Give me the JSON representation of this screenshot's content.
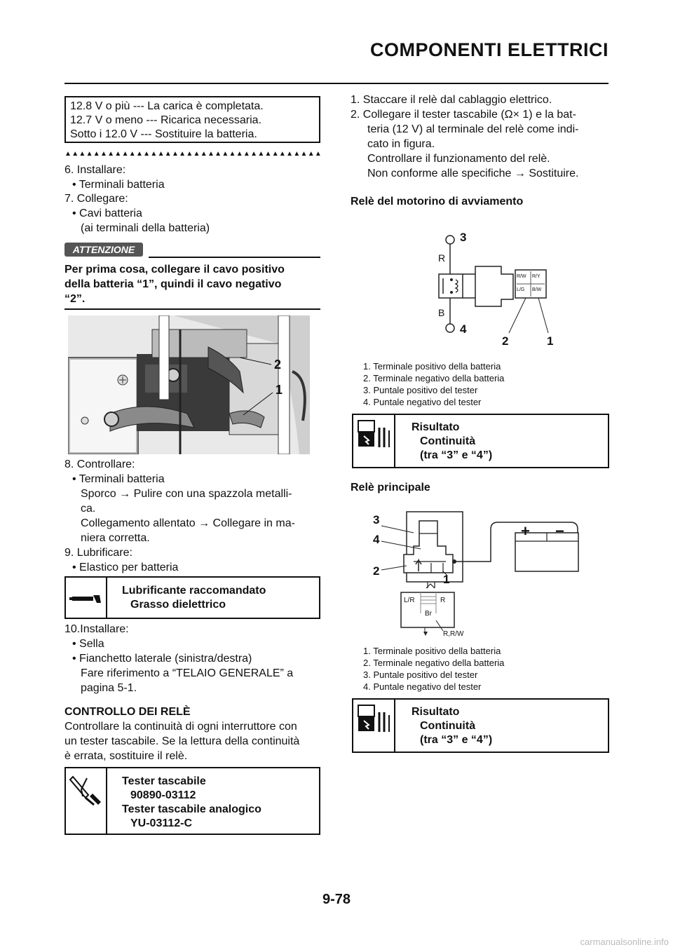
{
  "header": {
    "title": "COMPONENTI ELETTRICI"
  },
  "left": {
    "charge_box": [
      "12.8 V o più --- La carica è completata.",
      "12.7 V o meno --- Ricarica necessaria.",
      "Sotto i 12.0 V --- Sostituire la batteria."
    ],
    "triangles": "▲▲▲▲▲▲▲▲▲▲▲▲▲▲▲▲▲▲▲▲▲▲▲▲▲▲▲▲▲▲▲▲▲▲▲▲▲▲▲▲▲▲▲▲",
    "steps_a": [
      "6.  Installare:",
      "• Terminali batteria",
      "7.  Collegare:",
      "• Cavi batteria",
      "(ai terminali della batteria)"
    ],
    "attention_label": "ATTENZIONE",
    "attention_lines": [
      "Per prima cosa, collegare il cavo positivo",
      "della batteria “1”, quindi il cavo negativo",
      "“2”."
    ],
    "photo_labels": {
      "n2": "2",
      "n1": "1"
    },
    "steps_b": [
      "8.  Controllare:",
      "• Terminali batteria",
      "Sporco → Pulire con una spazzola metalli-",
      "ca.",
      "Collegamento allentato → Collegare in ma-",
      "niera corretta.",
      "9.  Lubrificare:",
      "• Elastico per batteria"
    ],
    "lube_box": {
      "title": "Lubrificante raccomandato",
      "value": "Grasso dielettrico"
    },
    "steps_c": [
      "10.Installare:",
      "• Sella",
      "• Fianchetto laterale (sinistra/destra)",
      "Fare riferimento a “TELAIO GENERALE” a",
      "pagina 5-1."
    ],
    "section_title": "CONTROLLO DEI RELÈ",
    "section_body": [
      "Controllare la continuità di ogni interruttore con",
      "un tester tascabile. Se la lettura della continuità",
      "è errata, sostituire il relè."
    ],
    "tester_box": [
      "Tester tascabile",
      "90890-03112",
      "Tester tascabile analogico",
      "YU-03112-C"
    ]
  },
  "right": {
    "steps": [
      "1.  Staccare il relè dal cablaggio elettrico.",
      "2.  Collegare il tester tascabile (Ω× 1) e la bat-",
      "teria (12 V) al terminale del relè come indi-",
      "cato in figura.",
      "Controllare il funzionamento del relè.",
      "Non conforme alle specifiche → Sostituire."
    ],
    "starter_title": "Relè del motorino di avviamento",
    "starter_diagram": {
      "n3": "3",
      "n4": "4",
      "n2": "2",
      "n1": "1",
      "R": "R",
      "B": "B",
      "c1": "R/W",
      "c2": "R/Y",
      "c3": "L/G",
      "c4": "B/W"
    },
    "captions_1": [
      "1.  Terminale positivo della batteria",
      "2.  Terminale negativo della batteria",
      "3.  Puntale positivo del tester",
      "4.  Puntale negativo del tester"
    ],
    "result_1": {
      "title": "Risultato",
      "line1": "Continuità",
      "line2": "(tra “3” e “4”)"
    },
    "main_title": "Relè principale",
    "main_diagram": {
      "n3": "3",
      "n4": "4",
      "n2": "2",
      "n1": "1",
      "plus": "+",
      "minus": "−",
      "lr": "L/R",
      "r": "R",
      "br": "Br",
      "rrw": "R,R/W"
    },
    "captions_2": [
      "1.  Terminale positivo della batteria",
      "2.  Terminale negativo della batteria",
      "3.  Puntale positivo del tester",
      "4.  Puntale negativo del tester"
    ],
    "result_2": {
      "title": "Risultato",
      "line1": "Continuità",
      "line2": "(tra “3” e “4”)"
    }
  },
  "footer": {
    "page": "9-78",
    "watermark": "carmanualsonline.info"
  }
}
